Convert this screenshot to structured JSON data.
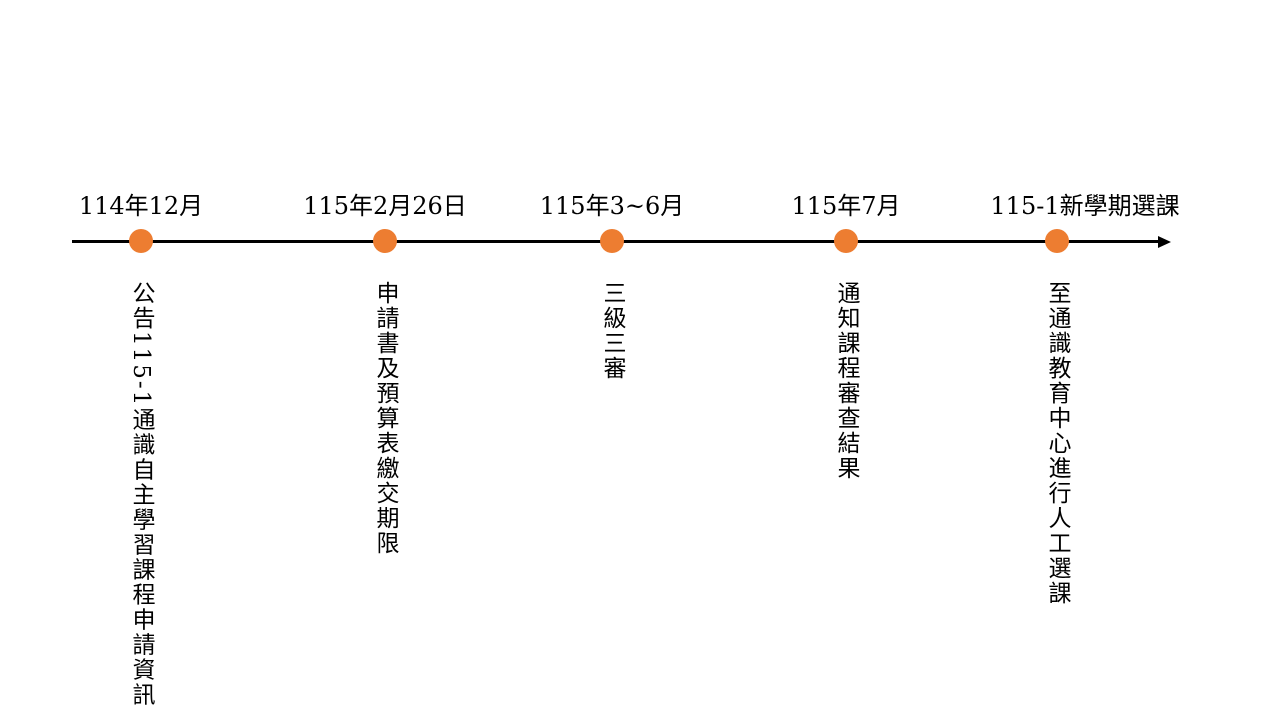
{
  "timeline": {
    "accent_color": "#ed7d31",
    "milestones": [
      {
        "date": "114年12月",
        "description": "公告115-1通識自主學習課程申請資訊"
      },
      {
        "date": "115年2月26日",
        "description": "申請書及預算表繳交期限"
      },
      {
        "date": "115年3~6月",
        "description": "三級三審"
      },
      {
        "date": "115年7月",
        "description": "通知課程審查結果"
      },
      {
        "date": "115-1新學期選課",
        "description": "至通識教育中心進行人工選課"
      }
    ]
  }
}
